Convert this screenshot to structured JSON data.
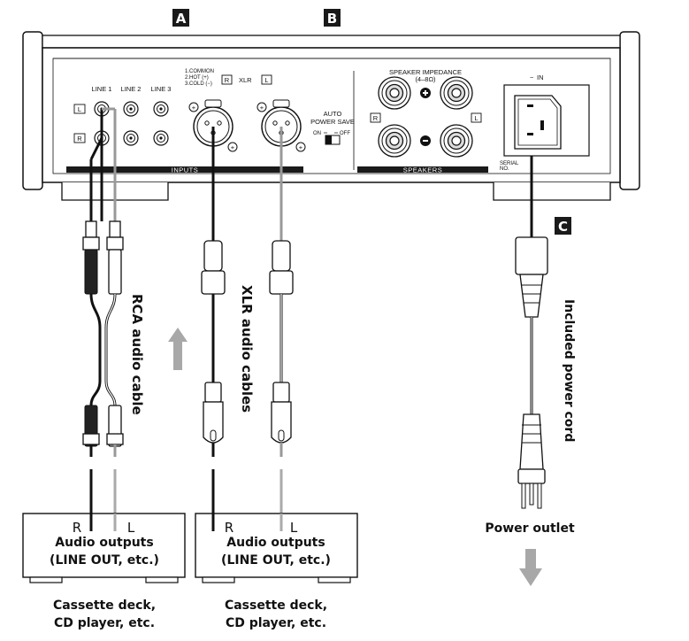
{
  "badges": {
    "a": "A",
    "b": "B",
    "c": "C"
  },
  "panel": {
    "line_labels": [
      "LINE 1",
      "LINE 2",
      "LINE 3"
    ],
    "l_mark": "L",
    "r_mark": "R",
    "pin_legend": [
      "1.COMMON",
      "2.HOT (+)",
      "3.COLD (−)"
    ],
    "xlr_label": "XLR",
    "auto_power_save": [
      "AUTO",
      "POWER SAVE"
    ],
    "switch_on": "ON",
    "switch_off": "OFF",
    "inputs_bar": "INPUTS",
    "speaker_impedance": [
      "SPEAKER IMPEDANCE",
      "(4–8Ω)"
    ],
    "speakers_bar": "SPEAKERS",
    "ac_in": "IN",
    "serial_no": [
      "SERIAL",
      "NO."
    ]
  },
  "cables": {
    "rca": "RCA audio cable",
    "xlr": "XLR audio cables",
    "power": "Included power cord"
  },
  "devices": [
    {
      "r": "R",
      "l": "L",
      "outputs": [
        "Audio outputs",
        "(LINE OUT, etc.)"
      ],
      "caption": [
        "Cassette deck,",
        "CD player, etc."
      ]
    },
    {
      "r": "R",
      "l": "L",
      "outputs": [
        "Audio outputs",
        "(LINE OUT, etc.)"
      ],
      "caption": [
        "Cassette deck,",
        "CD player, etc."
      ]
    }
  ],
  "power_outlet": "Power outlet",
  "colors": {
    "dark": "#1a1a1a",
    "gray": "#9a9a9a",
    "light_gray": "#cfcfcf",
    "arrow_gray": "#a8a8a8"
  }
}
